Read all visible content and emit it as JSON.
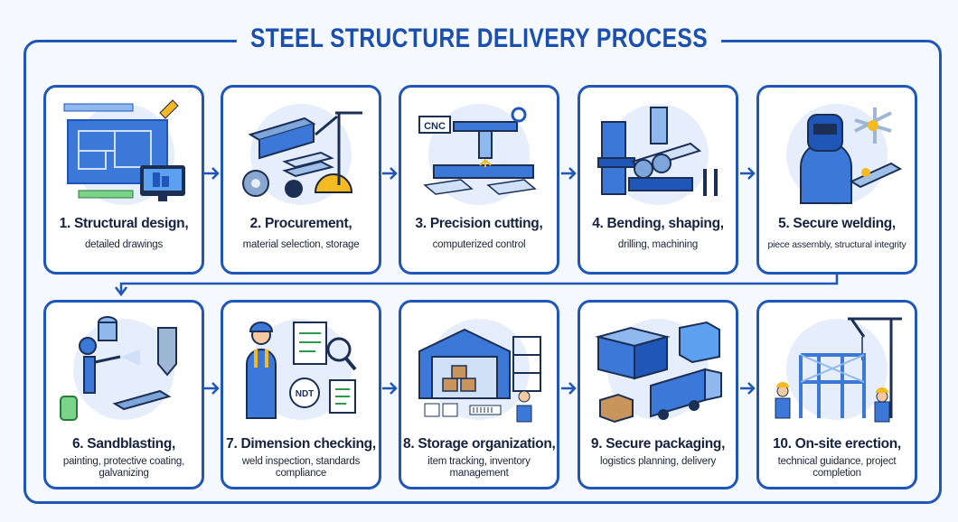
{
  "title": "STEEL STRUCTURE DELIVERY PROCESS",
  "steps": [
    {
      "heading": "1. Structural design,",
      "detail": "detailed drawings"
    },
    {
      "heading": "2. Procurement,",
      "detail": "material selection, storage"
    },
    {
      "heading": "3. Precision cutting,",
      "detail": "computerized control"
    },
    {
      "heading": "4. Bending, shaping,",
      "detail": "drilling, machining"
    },
    {
      "heading": "5. Secure welding,",
      "detail": "piece assembly, structural integrity"
    },
    {
      "heading": "6. Sandblasting,",
      "detail": "painting, protective coating, galvanizing"
    },
    {
      "heading": "7. Dimension checking,",
      "detail": "weld inspection, standards compliance"
    },
    {
      "heading": "8. Storage organization,",
      "detail": "item tracking, inventory management"
    },
    {
      "heading": "9. Secure packaging,",
      "detail": "logistics planning, delivery"
    },
    {
      "heading": "10. On-site erection,",
      "detail": "technical guidance, project completion"
    }
  ],
  "labels": {
    "cnc": "CNC",
    "ndt": "NDT"
  },
  "icons": [
    "blueprint-icon",
    "steel-beam-icon",
    "cnc-cutter-icon",
    "press-machine-icon",
    "welder-icon",
    "sandblaster-icon",
    "inspector-icon",
    "warehouse-icon",
    "container-truck-icon",
    "crane-erection-icon"
  ],
  "colors": {
    "frame": "#1f56b8",
    "accent": "#2f6fd6",
    "light": "#cfe0f7",
    "yellow": "#f5b921"
  }
}
